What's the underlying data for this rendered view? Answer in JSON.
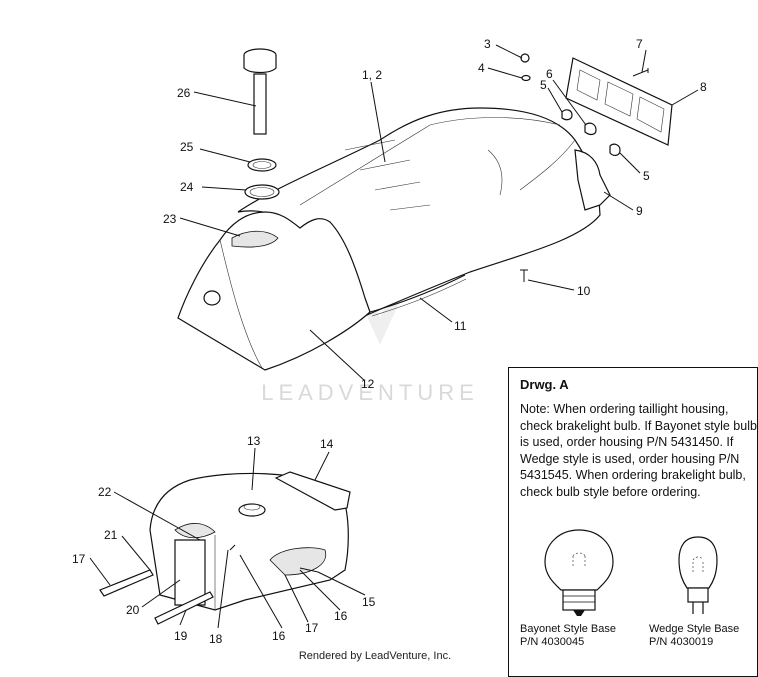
{
  "watermark": {
    "text": "LEADVENTURE"
  },
  "callouts": {
    "c1_2": "1, 2",
    "c3": "3",
    "c4": "4",
    "c5a": "5",
    "c5b": "5",
    "c6": "6",
    "c7": "7",
    "c8": "8",
    "c9": "9",
    "c10": "10",
    "c11": "11",
    "c12": "12",
    "c13": "13",
    "c14": "14",
    "c15": "15",
    "c16a": "16",
    "c16b": "16",
    "c17a": "17",
    "c17b": "17",
    "c18": "18",
    "c19": "19",
    "c20": "20",
    "c21": "21",
    "c22": "22",
    "c23": "23",
    "c24": "24",
    "c25": "25",
    "c26": "26"
  },
  "note": {
    "title": "Drwg. A",
    "text": "Note: When ordering taillight housing, check brakelight bulb.  If Bayonet style bulb is  used, order housing P/N 5431450.  If Wedge style is used, order housing P/N 5431545.  When ordering brakelight bulb, check bulb style before ordering.",
    "bayonet_name": "Bayonet Style Base",
    "bayonet_pn": "P/N 4030045",
    "wedge_name": "Wedge Style Base",
    "wedge_pn": "P/N 4030019"
  },
  "footer": {
    "text": "Rendered by LeadVenture, Inc."
  }
}
